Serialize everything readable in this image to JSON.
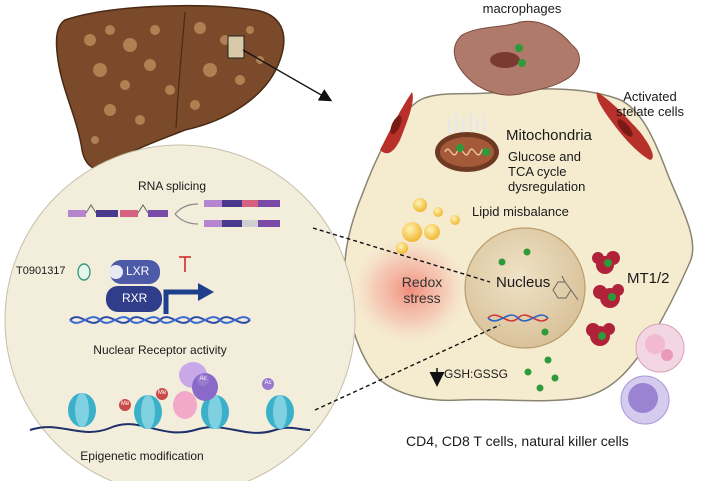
{
  "labels": {
    "macrophages": "macrophages",
    "activated_stelate_cells": "Activated\nstelate cells",
    "mitochondria": "Mitochondria",
    "glucose_tca": "Glucose and\nTCA cycle\ndysregulation",
    "lipid_misbalance": "Lipid misbalance",
    "nucleus": "Nucleus",
    "mt12": "MT1/2",
    "redox_stress": "Redox\nstress",
    "gsh_gssg": "GSH:GSSG",
    "immune_cells": "CD4, CD8 T cells, natural killer cells",
    "rna_splicing": "RNA splicing",
    "t0901317": "T0901317",
    "lxr": "LXR",
    "rxr": "RXR",
    "nuclear_receptor_activity": "Nuclear Receptor activity",
    "epigenetic_modification": "Epigenetic modification",
    "me": "Me",
    "ac": "Ac"
  },
  "colors": {
    "hepatocyte_fill": "#f5ecd0",
    "hepatocyte_edge": "#8a8470",
    "zoom_circle_fill": "#f3eedc",
    "liver": "#7a4a2a",
    "nucleus_fill": "#e6d5b3",
    "mitochondria": "#6e3b22",
    "lipid": "#f6c94a",
    "green_dot": "#2e9b3a",
    "mt_protein": "#b0223a",
    "stellate": "#b7312a",
    "macrophage": "#b07a6a",
    "lxr": "#4d5aa8",
    "rxr": "#2f3d8a",
    "arrow_blue": "#1f3e8c",
    "inhibit_red": "#d12a2a",
    "nucleosome": "#3bb0c9",
    "me_mark": "#c94a4a",
    "ac_mark": "#9a7ad0",
    "t_cell": "#b7a6e0",
    "nk_cell": "#f2b9d0"
  },
  "icons": [
    "liver-organ-icon",
    "macrophage-cell-icon",
    "stellate-cell-icon",
    "mitochondrion-icon",
    "lipid-droplet-icon",
    "dna-helix-icon",
    "metallothionein-icon",
    "t-cell-icon",
    "nk-cell-icon",
    "nucleosome-icon",
    "lxr-rxr-dimer-icon",
    "splicing-transcript-icon"
  ]
}
